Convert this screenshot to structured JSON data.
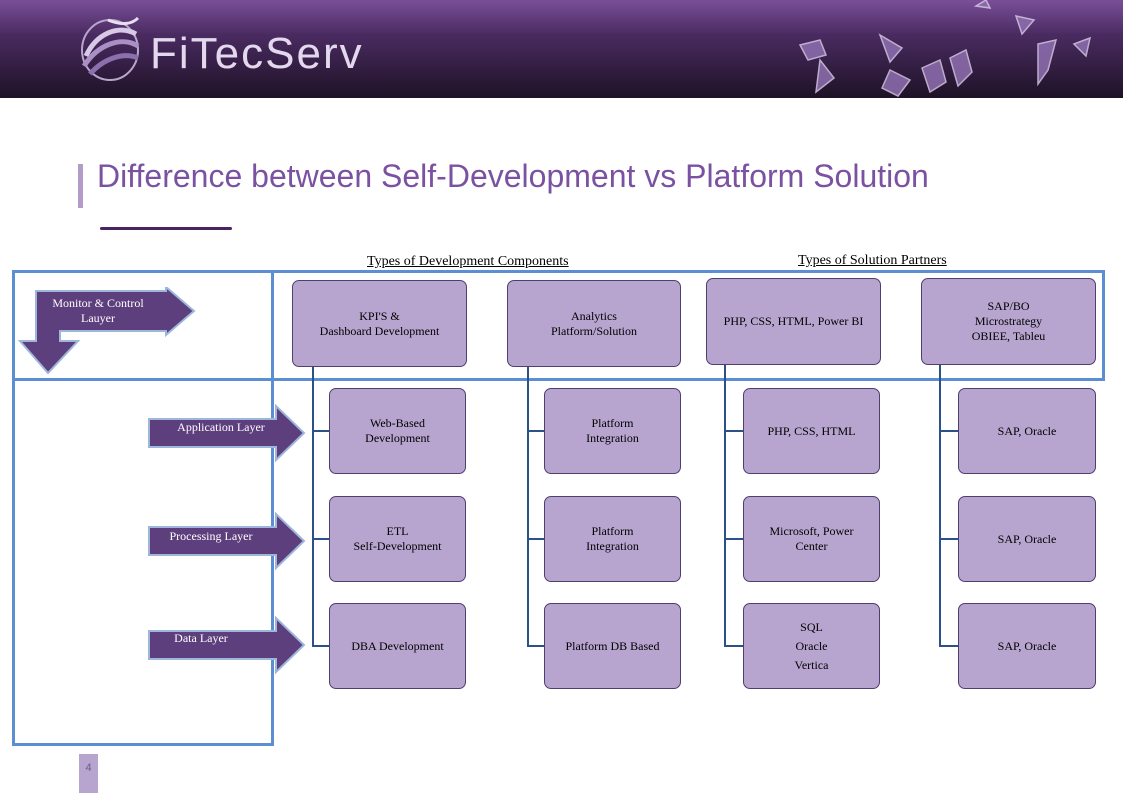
{
  "header": {
    "logo_text": "FiTecServ"
  },
  "title": "Difference between Self-Development vs Platform Solution",
  "section_labels": {
    "development": "Types of Development Components",
    "partners": "Types of Solution Partners"
  },
  "layers": {
    "monitor": "Monitor & Control\nLauyer",
    "application": "Application Layer",
    "processing": "Processing Layer",
    "data": "Data Layer"
  },
  "columns": [
    {
      "top": "KPI'S &\nDashboard Development",
      "items": [
        "Web-Based\nDevelopment",
        "ETL\nSelf-Development",
        "DBA Development"
      ]
    },
    {
      "top": "Analytics\nPlatform/Solution",
      "items": [
        "Platform\nIntegration",
        "Platform\nIntegration",
        "Platform DB Based"
      ]
    },
    {
      "top": "PHP, CSS, HTML, Power BI",
      "items": [
        "PHP, CSS, HTML",
        "Microsoft, Power\nCenter",
        "SQL\nOracle\nVertica"
      ]
    },
    {
      "top": "SAP/BO\nMicrostrategy\nOBIEE, Tableu",
      "items": [
        "SAP, Oracle",
        "SAP, Oracle",
        "SAP, Oracle"
      ]
    }
  ],
  "page_number": "4",
  "colors": {
    "accent": "#7a52a1",
    "box_fill": "#b7a5cf",
    "arrow_fill": "#5e3f7e",
    "frame": "#5b8fd1"
  }
}
